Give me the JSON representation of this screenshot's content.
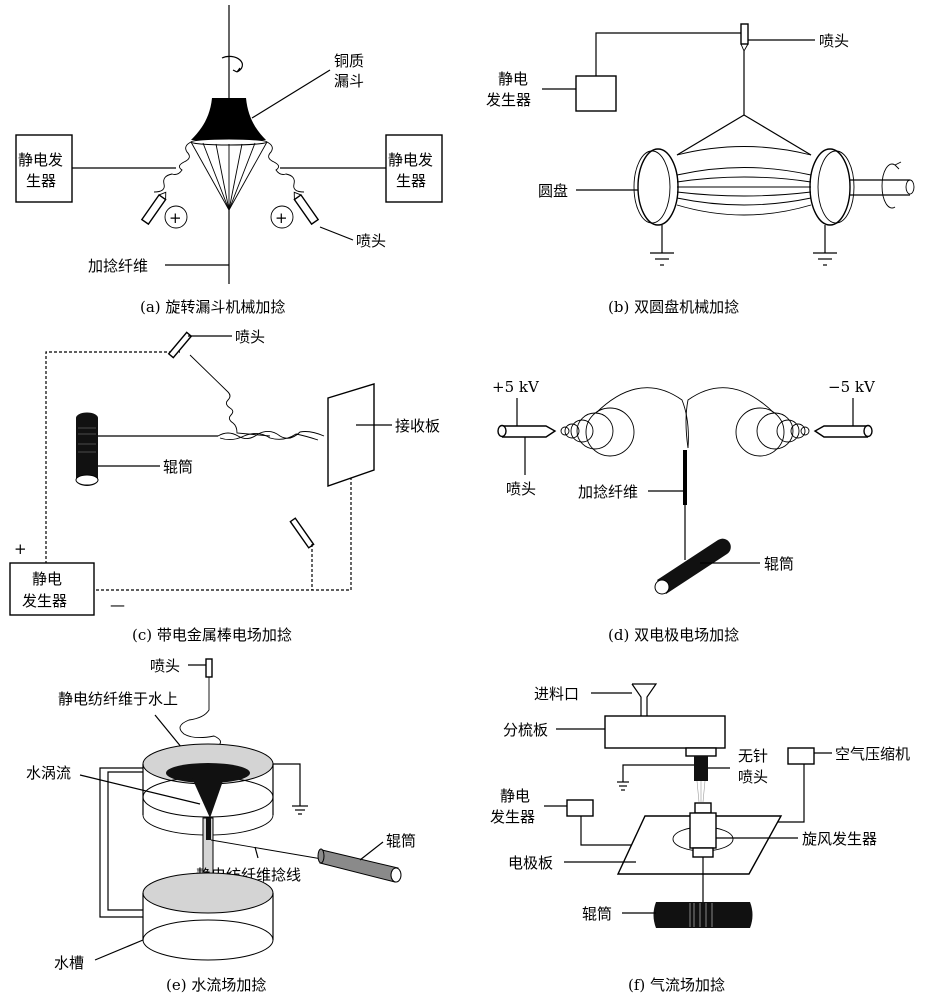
{
  "figure": {
    "panels": [
      {
        "id": "a",
        "caption": "(a)  旋转漏斗机械加捻",
        "labels": {
          "copper_funnel_line1": "铜质",
          "copper_funnel_line2": "漏斗",
          "generator_left_line1": "静电发",
          "generator_left_line2": "生器",
          "generator_right_line1": "静电发",
          "generator_right_line2": "生器",
          "nozzle": "喷头",
          "twisted_fiber": "加捻纤维",
          "plus_symbol": "+"
        }
      },
      {
        "id": "b",
        "caption": "(b)  双圆盘机械加捻",
        "labels": {
          "nozzle": "喷头",
          "generator_line1": "静电",
          "generator_line2": "发生器",
          "disk": "圆盘"
        }
      },
      {
        "id": "c",
        "caption": "(c)  带电金属棒电场加捻",
        "labels": {
          "nozzle": "喷头",
          "receiver_plate": "接收板",
          "roller": "辊筒",
          "plus_sign": "+",
          "minus_sign": "—",
          "generator_line1": "静电",
          "generator_line2": "发生器"
        }
      },
      {
        "id": "d",
        "caption": "(d)  双电极电场加捻",
        "labels": {
          "positive_voltage": "+5 kV",
          "negative_voltage": "−5 kV",
          "nozzle": "喷头",
          "twisted_fiber": "加捻纤维",
          "roller": "辊筒"
        }
      },
      {
        "id": "e",
        "caption": "(e)  水流场加捻",
        "labels": {
          "nozzle": "喷头",
          "fiber_on_water": "静电纺纤维于水上",
          "vortex": "水涡流",
          "roller": "辊筒",
          "twisted_yarn": "静电纺纤维捻线",
          "water_tank": "水槽"
        }
      },
      {
        "id": "f",
        "caption": "(f)  气流场加捻",
        "labels": {
          "feed_inlet": "进料口",
          "distributor_plate": "分梳板",
          "needleless_nozzle_line1": "无针",
          "needleless_nozzle_line2": "喷头",
          "air_compressor": "空气压缩机",
          "generator_line1": "静电",
          "generator_line2": "发生器",
          "cyclone_generator": "旋风发生器",
          "electrode_plate": "电极板",
          "roller": "辊筒"
        }
      }
    ]
  }
}
